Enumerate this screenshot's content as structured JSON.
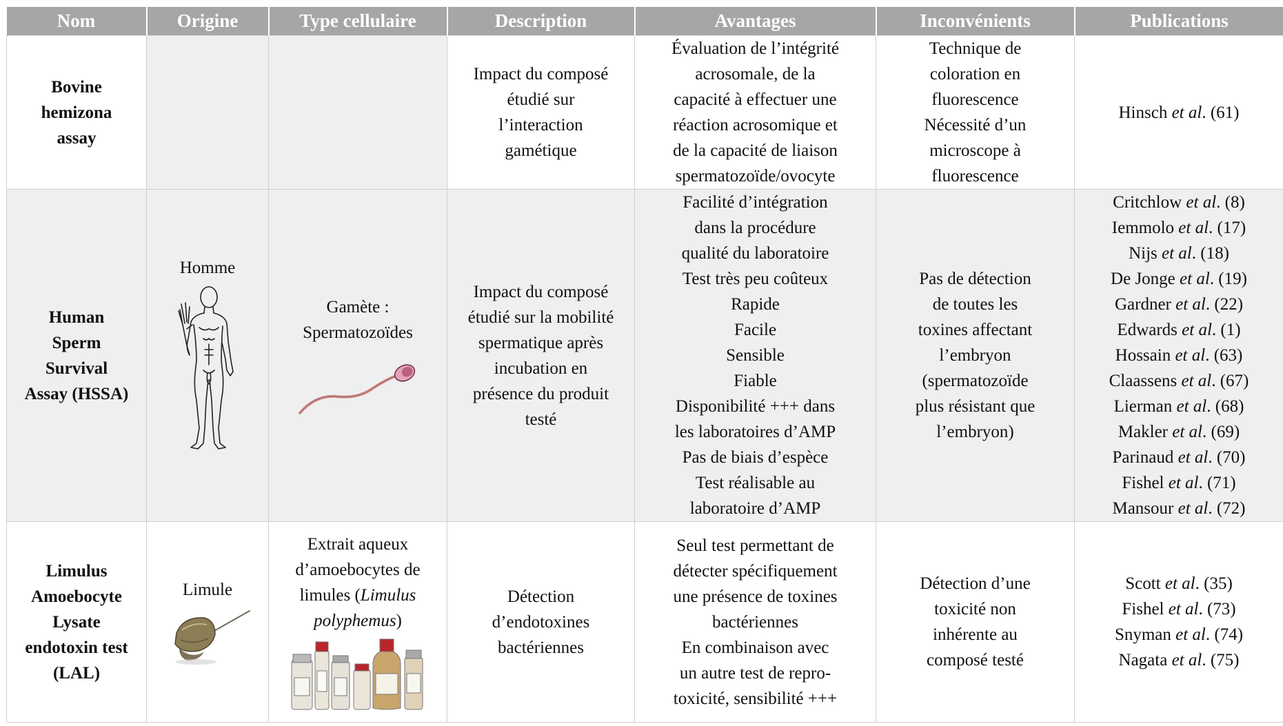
{
  "headers": [
    "Nom",
    "Origine",
    "Type cellulaire",
    "Description",
    "Avantages",
    "Inconvénients",
    "Publications"
  ],
  "bullet": "➢",
  "etal": "et al",
  "rows": [
    {
      "name_lines": [
        "Bovine",
        "hemizona",
        "assay"
      ],
      "origin": "",
      "cell_type_lines": [],
      "description_lines": [
        "Impact du composé",
        "étudié sur",
        "l’interaction",
        "gamétique"
      ],
      "advantages": [
        {
          "lines": [
            "Évaluation de l’intégrité",
            "acrosomale, de la",
            "capacité à effectuer une",
            "réaction acrosomique et",
            "de la capacité de liaison",
            "spermatozoïde/ovocyte"
          ]
        }
      ],
      "disadvantages": [
        {
          "lines": [
            "Technique de",
            "coloration en",
            "fluorescence"
          ]
        },
        {
          "lines": [
            "Nécessité d’un",
            "microscope à",
            "fluorescence"
          ]
        }
      ],
      "publications": [
        {
          "author": "Hinsch",
          "ref": "(61)"
        }
      ]
    },
    {
      "name_lines": [
        "Human",
        "Sperm",
        "Survival",
        "Assay (HSSA)"
      ],
      "origin": "Homme",
      "cell_type_lines": [
        "Gamète :",
        "Spermatozoïdes"
      ],
      "description_lines": [
        "Impact du composé",
        "étudié sur la mobilité",
        "spermatique après",
        "incubation en",
        "présence du produit",
        "testé"
      ],
      "advantages": [
        {
          "lines": [
            "Facilité d’intégration",
            "dans la procédure",
            "qualité du laboratoire"
          ]
        },
        {
          "lines": [
            "Test très peu coûteux"
          ]
        },
        {
          "lines": [
            "Rapide"
          ]
        },
        {
          "lines": [
            "Facile"
          ]
        },
        {
          "lines": [
            "Sensible"
          ]
        },
        {
          "lines": [
            "Fiable"
          ]
        },
        {
          "lines": [
            "Disponibilité +++ dans",
            "les laboratoires d’AMP"
          ]
        },
        {
          "lines": [
            "Pas de biais d’espèce"
          ]
        },
        {
          "lines": [
            "Test réalisable au",
            "laboratoire d’AMP"
          ]
        }
      ],
      "disadvantages": [
        {
          "lines": [
            "Pas de détection",
            "de toutes les",
            "toxines affectant",
            "l’embryon",
            "(spermatozoïde",
            "plus résistant que",
            "l’embryon)"
          ]
        }
      ],
      "publications": [
        {
          "author": "Critchlow",
          "ref": "(8)"
        },
        {
          "author": "Iemmolo",
          "ref": "(17)"
        },
        {
          "author": "Nijs",
          "ref": "(18)"
        },
        {
          "author": "De Jonge",
          "ref": "(19)"
        },
        {
          "author": "Gardner",
          "ref": "(22)"
        },
        {
          "author": "Edwards",
          "ref": "(1)"
        },
        {
          "author": "Hossain",
          "ref": "(63)"
        },
        {
          "author": "Claassens",
          "ref": "(67)"
        },
        {
          "author": "Lierman",
          "ref": "(68)"
        },
        {
          "author": "Makler",
          "ref": "(69)"
        },
        {
          "author": "Parinaud",
          "ref": "(70)"
        },
        {
          "author": "Fishel",
          "ref": "(71)"
        },
        {
          "author": "Mansour",
          "ref": "(72)"
        }
      ]
    },
    {
      "name_lines": [
        "Limulus",
        "Amoebocyte",
        "Lysate",
        "endotoxin test",
        "(LAL)"
      ],
      "origin": "Limule",
      "cell_type_lines": [
        "Extrait aqueux",
        "d’amoebocytes de"
      ],
      "cell_type_tail": {
        "prefix": "limules (",
        "italic1": "Limulus",
        "italic2": "polyphemus",
        "suffix": ")"
      },
      "description_lines": [
        "Détection",
        "d’endotoxines",
        "bactériennes"
      ],
      "advantages": [
        {
          "lines": [
            "Seul test permettant de",
            "détecter spécifiquement",
            "une présence de toxines",
            "bactériennes"
          ]
        },
        {
          "lines": [
            "En combinaison avec",
            "un autre test de repro-",
            "toxicité, sensibilité +++"
          ]
        }
      ],
      "disadvantages": [
        {
          "lines": [
            "Détection d’une",
            "toxicité non",
            "inhérente au",
            "composé testé"
          ]
        }
      ],
      "publications": [
        {
          "author": "Scott",
          "ref": "(35)"
        },
        {
          "author": "Fishel",
          "ref": "(73)"
        },
        {
          "author": "Snyman",
          "ref": "(74)"
        },
        {
          "author": "Nagata",
          "ref": "(75)"
        }
      ]
    }
  ],
  "colors": {
    "header_bg": "#a6a6a6",
    "shaded_row": "#efefef",
    "grid": "#cfcfcf"
  },
  "icons": [
    "human-figure-icon",
    "spermatozoon-icon",
    "horseshoe-crab-icon",
    "reagent-vials-icon"
  ]
}
